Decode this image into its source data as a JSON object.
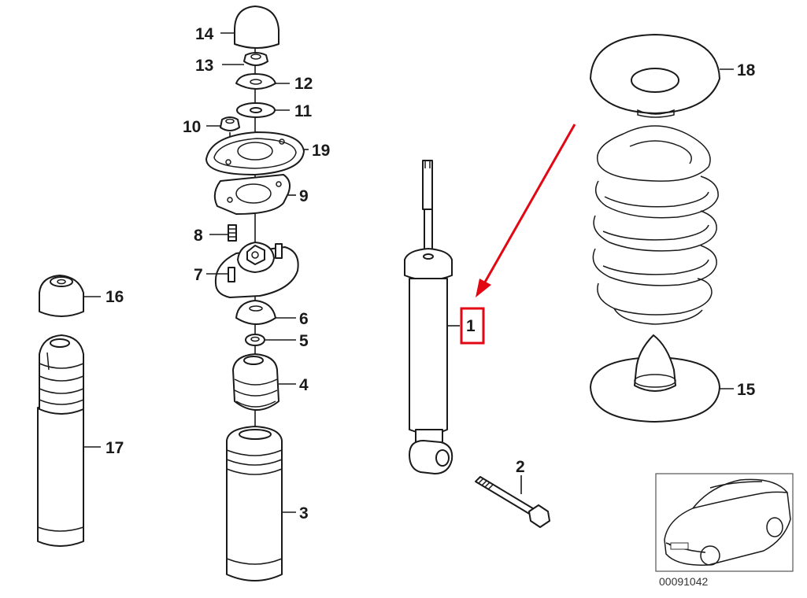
{
  "labels": {
    "p1": "1",
    "p2": "2",
    "p3": "3",
    "p4": "4",
    "p5": "5",
    "p6": "6",
    "p7": "7",
    "p8": "8",
    "p9": "9",
    "p10": "10",
    "p11": "11",
    "p12": "12",
    "p13": "13",
    "p14": "14",
    "p15": "15",
    "p16": "16",
    "p17": "17",
    "p18": "18",
    "p19": "19"
  },
  "diagram_code": "00091042",
  "highlight": {
    "part": "1",
    "color": "#e30613"
  }
}
